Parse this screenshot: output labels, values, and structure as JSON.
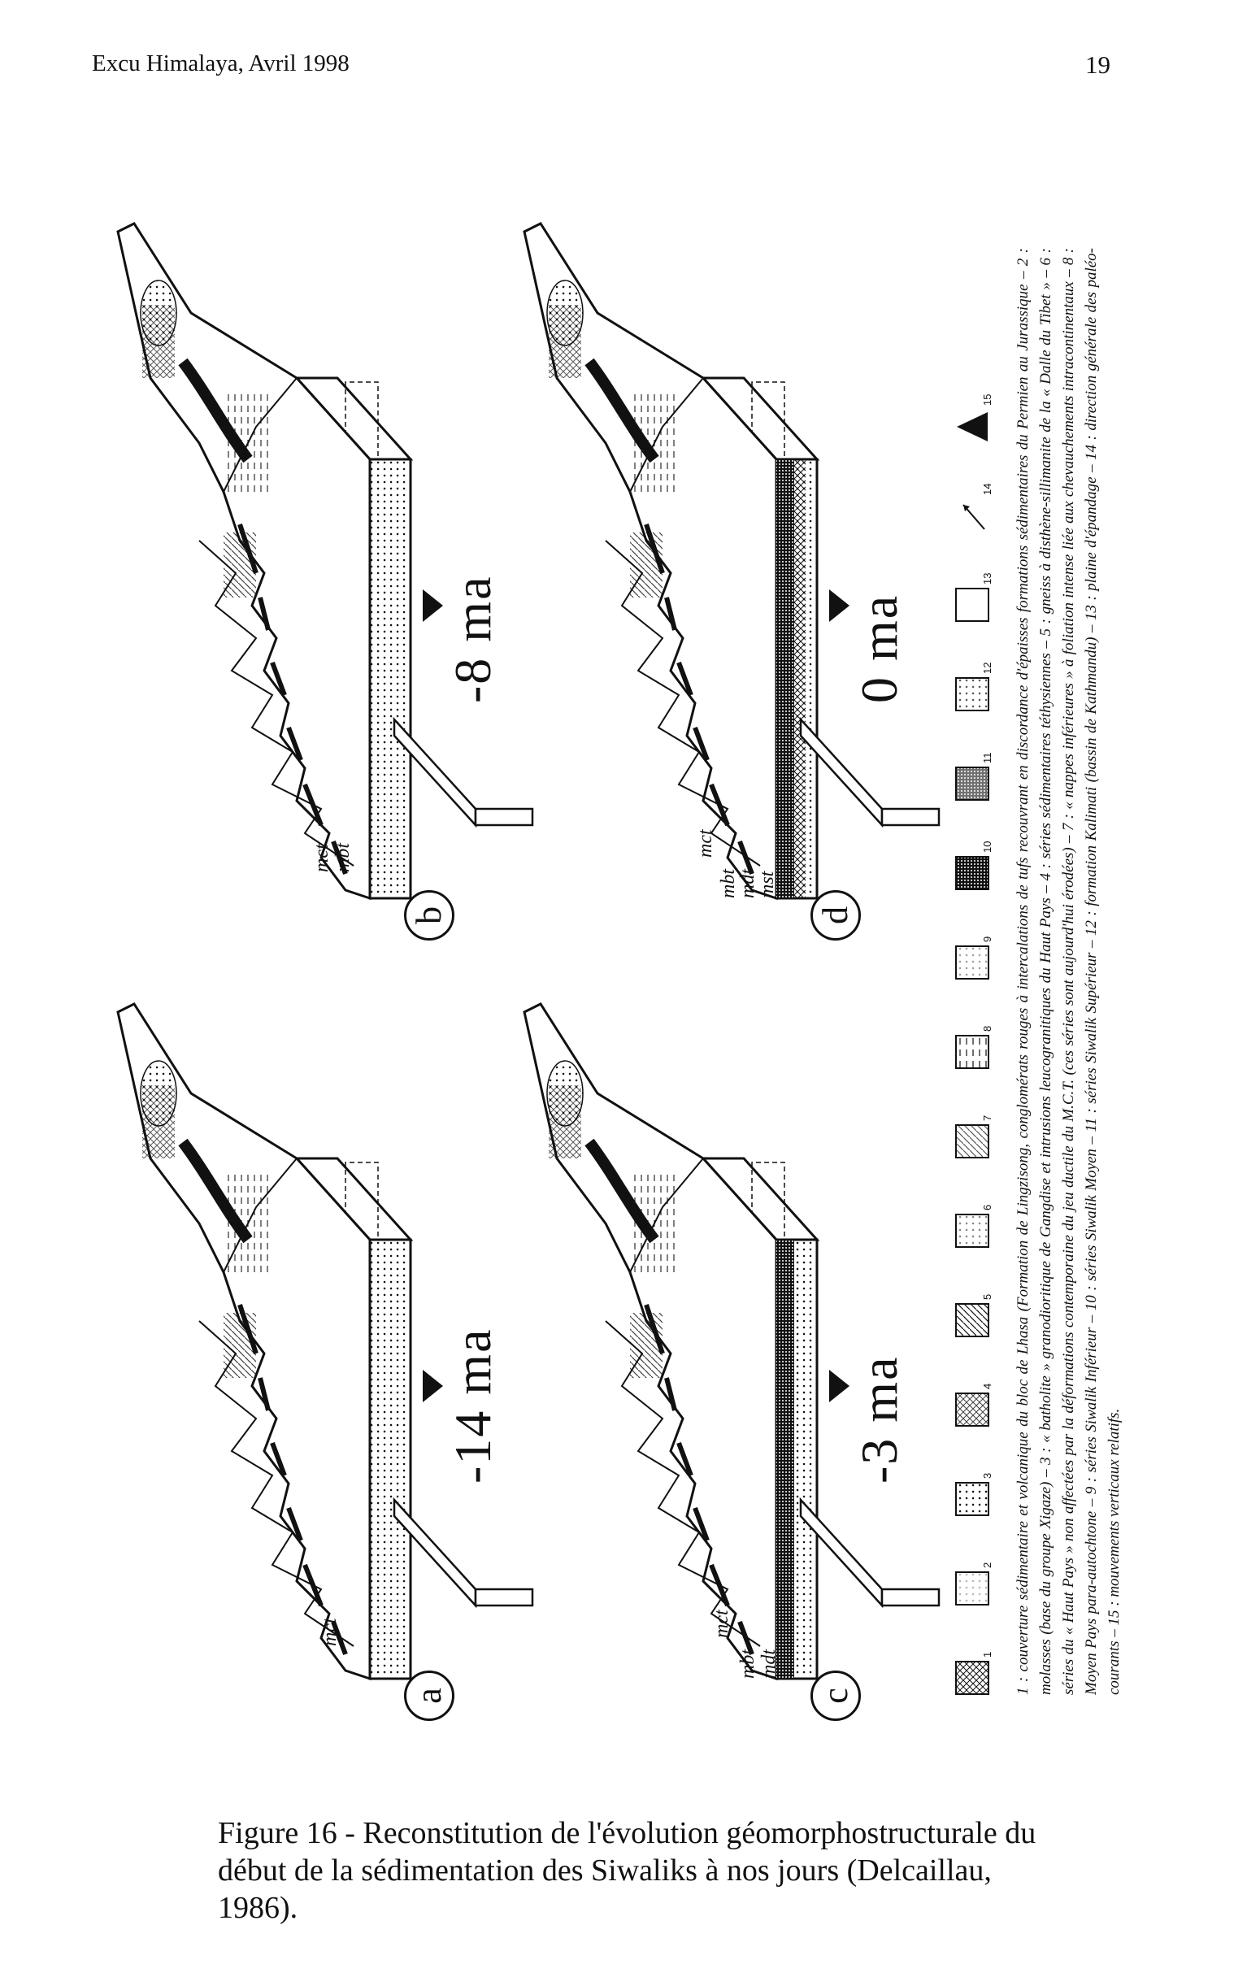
{
  "header": {
    "left": "Excu Himalaya, Avril 1998",
    "page_number": "19"
  },
  "panels": [
    {
      "letter": "a",
      "age": "-14 ma",
      "faults": [
        "mct"
      ]
    },
    {
      "letter": "b",
      "age": "-8 ma",
      "faults": [
        "mct",
        "mbt"
      ]
    },
    {
      "letter": "c",
      "age": "-3 ma",
      "faults": [
        "mct",
        "mbt",
        "mdt"
      ]
    },
    {
      "letter": "d",
      "age": "0 ma",
      "faults": [
        "mct",
        "mbt",
        "mdt",
        "mst"
      ]
    }
  ],
  "legend": {
    "numbers": [
      "1",
      "2",
      "3",
      "4",
      "5",
      "6",
      "7",
      "8",
      "9",
      "10",
      "11",
      "12",
      "13",
      "14",
      "15"
    ],
    "text": "1 : couverture sédimentaire et volcanique du bloc de Lhasa (Formation de Lingzisong, conglomérats rouges à intercalations de tufs recouvrant en discordance d'épaisses formations sédimentaires du Permien au Jurassique – 2 : molasses (base du groupe Xigaze) – 3 : « batholite » granodioritique de Gangdise et intrusions leucogranitiques du Haut Pays – 4 : séries sédimentaires téthysiennes – 5 : gneiss à disthène-sillimanite de la « Dalle du Tibet » – 6 : séries du « Haut Pays » non affectées par la déformations contemporaine du jeu ductile du M.C.T. (ces séries sont aujourd'hui érodées) – 7 : « nappes inférieures » à foliation intense liée aux chevauchements intracontinentaux – 8 : Moyen Pays para-autochtone – 9 : séries Siwalik Inférieur – 10 : séries Siwalik Moyen – 11 : séries Siwalik Supérieur – 12 : formation Kalimati (bassin de Kathmandu) – 13 : plaine d'épandage – 14 : direction générale des paléo-courants – 15 : mouvements verticaux relatifs."
  },
  "caption": "Figure 16 - Reconstitution de l'évolution géomorphostructurale du début de la sédimentation des Siwaliks à nos jours (Delcaillau, 1986)."
}
